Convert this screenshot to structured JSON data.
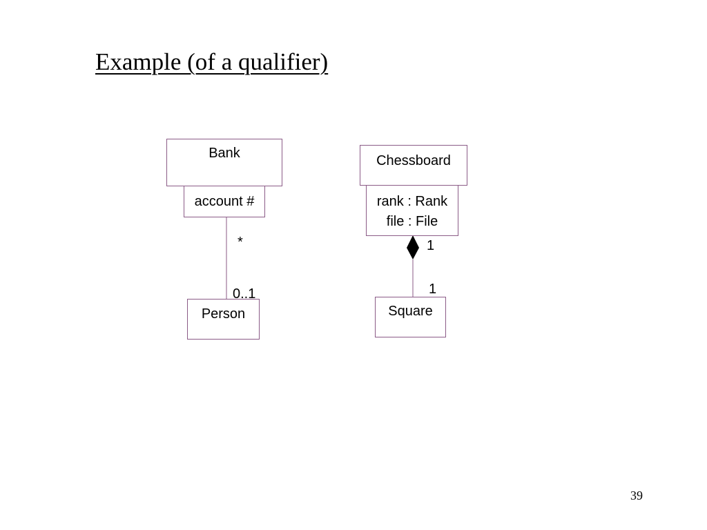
{
  "slide": {
    "title": "Example (of a qualifier)",
    "page_number": "39"
  },
  "bank_diagram": {
    "class_name": "Bank",
    "qualifier": "account #",
    "multiplicity_qualified_end": "*",
    "multiplicity_target_end": "0..1",
    "target_class": "Person"
  },
  "chess_diagram": {
    "class_name": "Chessboard",
    "qualifier_line1": "rank : Rank",
    "qualifier_line2": "file : File",
    "multiplicity_whole_end": "1",
    "multiplicity_part_end": "1",
    "target_class": "Square",
    "association_kind": "composition (filled diamond)"
  },
  "colors": {
    "line": "#8a5a86",
    "text": "#000000",
    "diamond": "#000000"
  }
}
